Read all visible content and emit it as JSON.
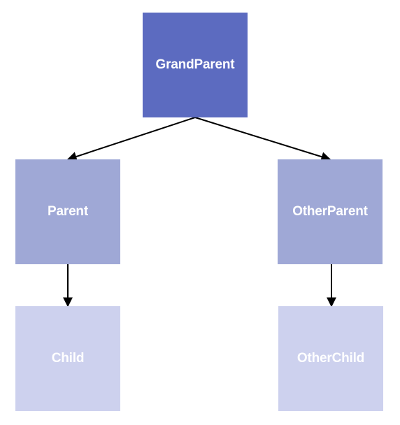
{
  "diagram": {
    "nodes": {
      "grandparent": {
        "label": "GrandParent",
        "color": "#5c6bc0"
      },
      "parent": {
        "label": "Parent",
        "color": "#9fa8d6"
      },
      "otherparent": {
        "label": "OtherParent",
        "color": "#9fa8d6"
      },
      "child": {
        "label": "Child",
        "color": "#cdd1ee"
      },
      "otherchild": {
        "label": "OtherChild",
        "color": "#cdd1ee"
      }
    },
    "edges": [
      {
        "from": "grandparent",
        "to": "parent"
      },
      {
        "from": "grandparent",
        "to": "otherparent"
      },
      {
        "from": "parent",
        "to": "child"
      },
      {
        "from": "otherparent",
        "to": "otherchild"
      }
    ]
  }
}
